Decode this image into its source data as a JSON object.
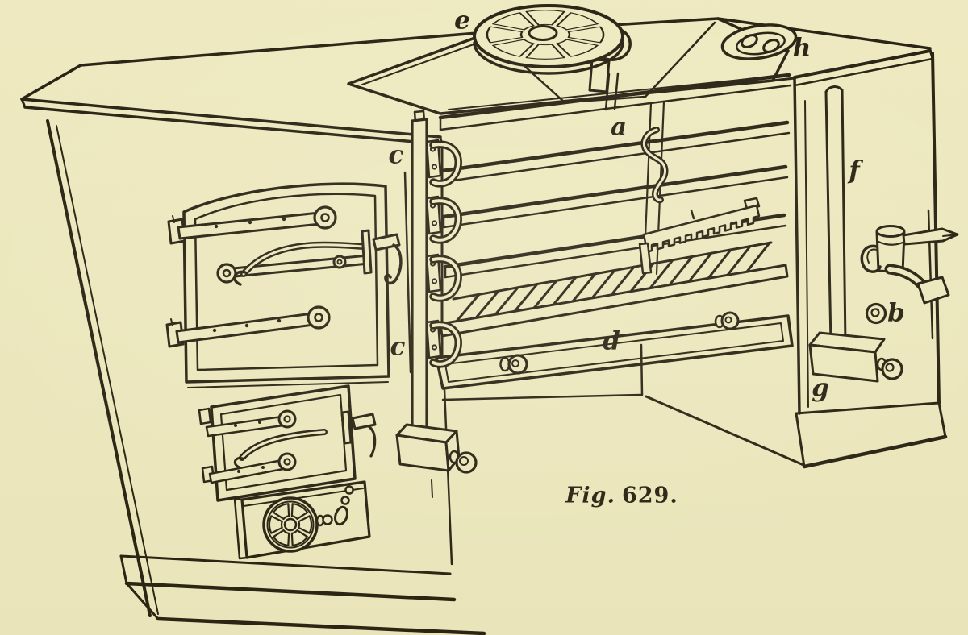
{
  "figure": {
    "caption": {
      "prefix": "Fig.",
      "number": "629."
    },
    "labels": {
      "a": "a",
      "b": "b",
      "c_upper": "c",
      "c_lower": "c",
      "d": "d",
      "e": "e",
      "f": "f",
      "g": "g",
      "h": "h"
    },
    "colors": {
      "paper": "#f4f0c8",
      "ink": "#231e12"
    }
  }
}
